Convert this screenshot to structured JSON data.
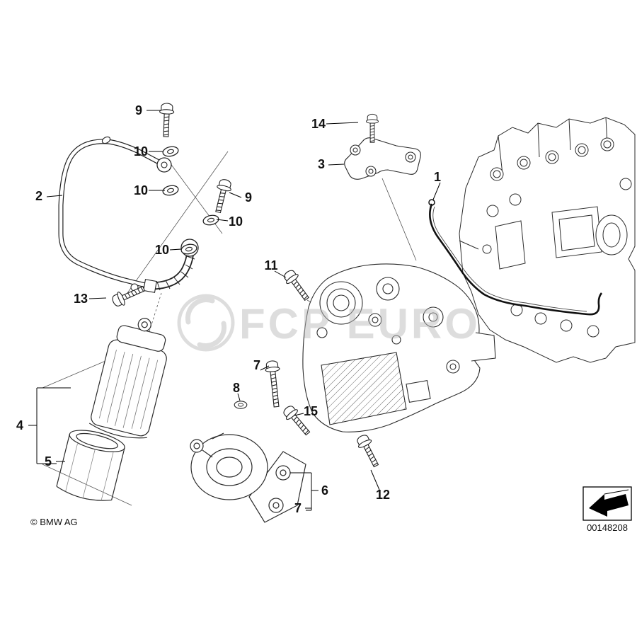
{
  "watermark": {
    "text": "FCP EURO"
  },
  "footer": {
    "copyright": "© BMW AG",
    "image_number": "00148208"
  },
  "callouts": [
    {
      "label": "9"
    },
    {
      "label": "10"
    },
    {
      "label": "10"
    },
    {
      "label": "2"
    },
    {
      "label": "9"
    },
    {
      "label": "10"
    },
    {
      "label": "10"
    },
    {
      "label": "13"
    },
    {
      "label": "14"
    },
    {
      "label": "3"
    },
    {
      "label": "1"
    },
    {
      "label": "11"
    },
    {
      "label": "7"
    },
    {
      "label": "8"
    },
    {
      "label": "15"
    },
    {
      "label": "12"
    },
    {
      "label": "4"
    },
    {
      "label": "5"
    },
    {
      "label": "6"
    },
    {
      "label": "7"
    }
  ]
}
